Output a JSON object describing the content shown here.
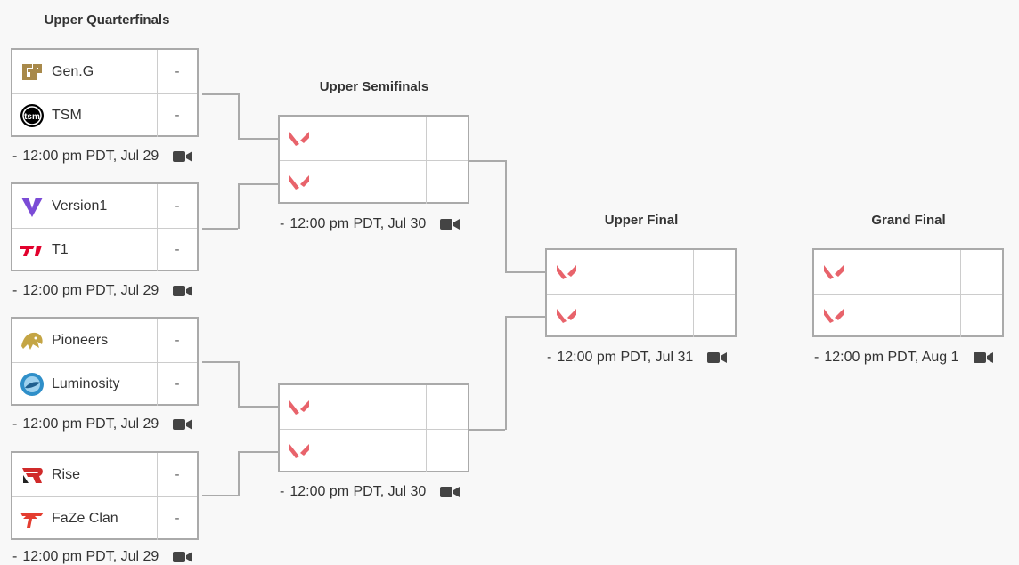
{
  "rounds": {
    "upper_quarterfinals": "Upper Quarterfinals",
    "upper_semifinals": "Upper Semifinals",
    "upper_final": "Upper Final",
    "grand_final": "Grand Final"
  },
  "quarterfinals": [
    {
      "team1": "Gen.G",
      "score1": "-",
      "team2": "TSM",
      "score2": "-",
      "time": "12:00 pm PDT, Jul 29"
    },
    {
      "team1": "Version1",
      "score1": "-",
      "team2": "T1",
      "score2": "-",
      "time": "12:00 pm PDT, Jul 29"
    },
    {
      "team1": "Pioneers",
      "score1": "-",
      "team2": "Luminosity",
      "score2": "-",
      "time": "12:00 pm PDT, Jul 29"
    },
    {
      "team1": "Rise",
      "score1": "-",
      "team2": "FaZe Clan",
      "score2": "-",
      "time": "12:00 pm PDT, Jul 29"
    }
  ],
  "semifinals": [
    {
      "time": "12:00 pm PDT, Jul 30"
    },
    {
      "time": "12:00 pm PDT, Jul 30"
    }
  ],
  "upper_final": {
    "time": "12:00 pm PDT, Jul 31"
  },
  "grand_final": {
    "time": "12:00 pm PDT, Aug 1"
  },
  "dash": "-",
  "icons": {
    "tbd": "valorant-logo-icon",
    "stream": "video-camera-icon"
  },
  "colors": {
    "valorant": "#e8636b",
    "border": "#aaaaaa",
    "geng": "#a8894a",
    "version1": "#7b4bd6",
    "t1": "#e2012d",
    "pioneers": "#c4a545",
    "luminosity": "#2f8fc9",
    "rise": "#d02a2a",
    "faze": "#e43d30"
  }
}
